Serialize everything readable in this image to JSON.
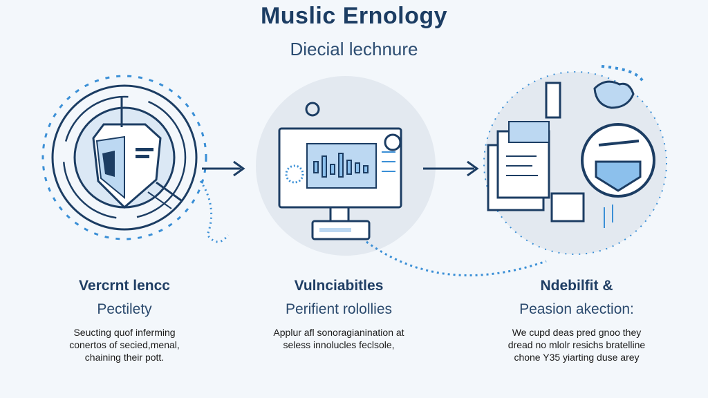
{
  "header": {
    "title": "Muslic Ernology",
    "subtitle": "Diecial lechnure"
  },
  "columns": [
    {
      "heading": "Vercrnt lencc",
      "subheading": "Pectilety",
      "body": [
        "Seucting quof inferming",
        "conertos of secied,menal,",
        "chaining their pott."
      ]
    },
    {
      "heading": "Vulnciabitles",
      "subheading": "Perifient rolollies",
      "body": [
        "Applur afl sonoragianination at",
        "seless innolucles feclsole,"
      ]
    },
    {
      "heading": "Ndebilfit &",
      "subheading": "Peasion akection:",
      "body": [
        "We cupd deas pred gnoo they",
        "dread no mlolr resichs bratelline",
        "chone Y35 yiarting duse arey"
      ]
    }
  ],
  "colors": {
    "primary": "#1c3d63",
    "accent": "#3a8fd6",
    "light_blue": "#bcd8f2",
    "circle_bg": "#e3e9f0"
  }
}
